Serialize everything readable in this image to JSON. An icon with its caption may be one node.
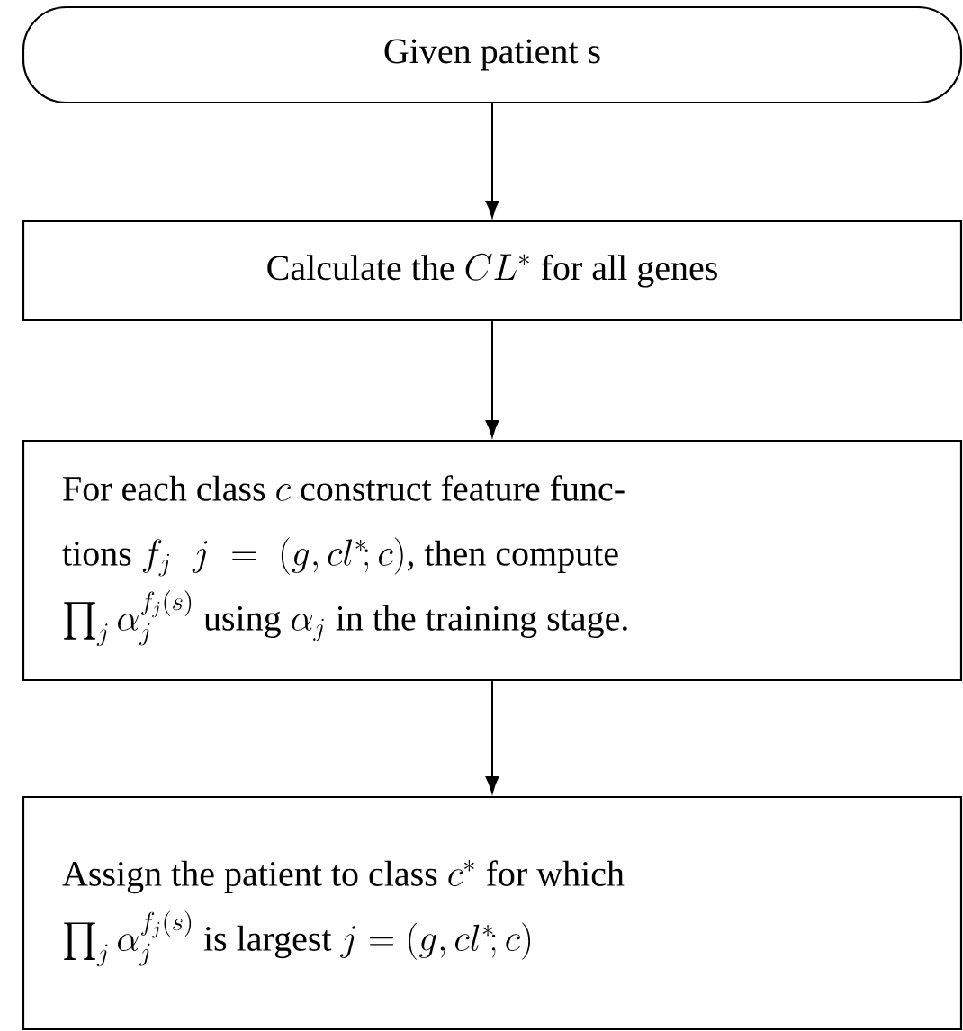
{
  "diagram": {
    "nodes": [
      {
        "text": [
          "Given patient s"
        ]
      },
      {
        "text": [
          "\\text{Calculate the }CL^*\\text{ for all genes}"
        ]
      },
      {
        "text": [
          "\\text{For each class }c\\text{ construct feature func-}",
          "\\text{tions }f_j\\;\\;j\\;=\\;(g,cl^*\\!;c)\\text{, then compute}",
          "\\prod_j\\alpha_j^{f_j(s)}\\text{ using }\\alpha_j\\text{ in the training stage.}"
        ]
      },
      {
        "text": [
          "\\text{Assign the patient to class }c^*\\text{ for which}",
          "\\prod_j\\alpha_j^{f_j(s)}\\text{ is largest }j=(g,cl^*\\!;c)"
        ]
      }
    ],
    "edges": [
      {
        "from": 0,
        "to": 1,
        "arrow": "to"
      },
      {
        "from": 1,
        "to": 2,
        "arrow": "to"
      },
      {
        "from": 2,
        "to": 3,
        "arrow": "to"
      }
    ]
  }
}
